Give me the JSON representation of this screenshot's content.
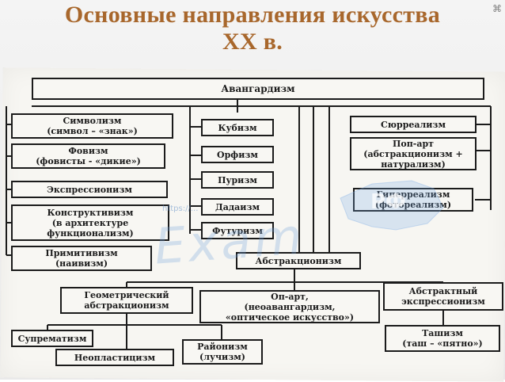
{
  "title_line1": "Основные направления искусства",
  "title_line2": "XX в.",
  "corner_glyph": "⌘",
  "nodes": {
    "avantgarde": "Авангардизм",
    "symbolism": "Символизм\n(символ – «знак»)",
    "fauvism": "Фовизм\n(фовисты - «дикие»)",
    "expressionism": "Экспрессионизм",
    "constructivism": "Конструктивизм\n(в архитектуре\nфункционализм)",
    "primitivism": "Примитивизм\n(наивизм)",
    "cubism": "Кубизм",
    "orphism": "Орфизм",
    "purism": "Пуризм",
    "dadaism": "Дадаизм",
    "futurism": "Футуризм",
    "surrealism": "Сюрреализм",
    "popart": "Поп-арт\n(абстракционизм +\nнатурализм)",
    "hyperrealism": "Гиперреализм\n(фотореализм)",
    "abstractionism": "Абстракционизм",
    "geometric": "Геометрический\nабстракционизм",
    "opart": "Оп-арт,\n(неоавангардизм,\n«оптическое искусство»)",
    "abstract_expr": "Абстрактный\nэкспрессионизм",
    "suprematism": "Супрематизм",
    "rayonism": "Районизм\n(лучизм)",
    "neoplasticism": "Неопластицизм",
    "tachisme": "Ташизм\n(таш – «пятно»)"
  },
  "watermark": {
    "brand": "Exam",
    "url": "https://...",
    "region": "РФ"
  }
}
